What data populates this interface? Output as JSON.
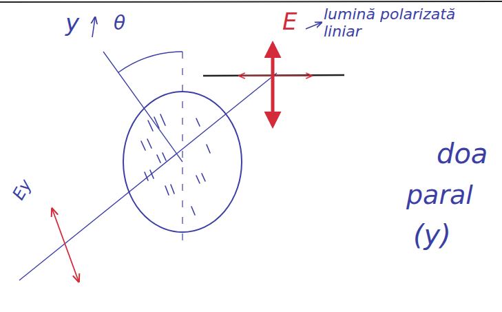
{
  "diagram": {
    "labels": [
      "y",
      "θ",
      "E",
      "lumină polarizată liniar",
      "Ey",
      "doa",
      "paral",
      "(y)"
    ]
  }
}
